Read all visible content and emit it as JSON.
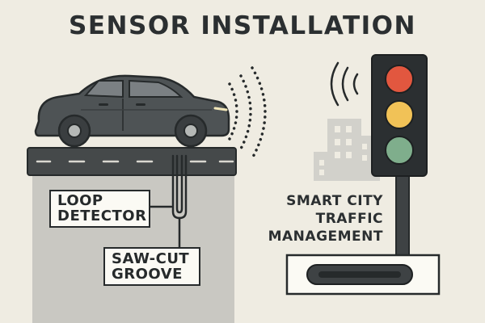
{
  "title": "SENSOR INSTALLATION",
  "labels": {
    "loop_detector": [
      "LOOP",
      "DETECTOR"
    ],
    "saw_cut_groove": [
      "SAW-CUT",
      "GROOVE"
    ],
    "smart_city": [
      "SMART CITY",
      "TRAFFIC",
      "MANAGEMENT"
    ]
  },
  "colors": {
    "background": "#efece2",
    "road": "#45494a",
    "ground": "#c9c8c2",
    "car": "#4e5355",
    "outline": "#262a2b",
    "light_red": "#e2573f",
    "light_yellow": "#f1c257",
    "light_green": "#7fae8c",
    "buildings": "#d2d1cb"
  },
  "icons": {
    "car": "car-icon",
    "wireless_car": "wireless-signal-icon",
    "wireless_light": "wireless-signal-icon",
    "traffic_light": "traffic-light-icon",
    "city": "city-buildings-icon",
    "sensor": "road-sensor-icon"
  }
}
